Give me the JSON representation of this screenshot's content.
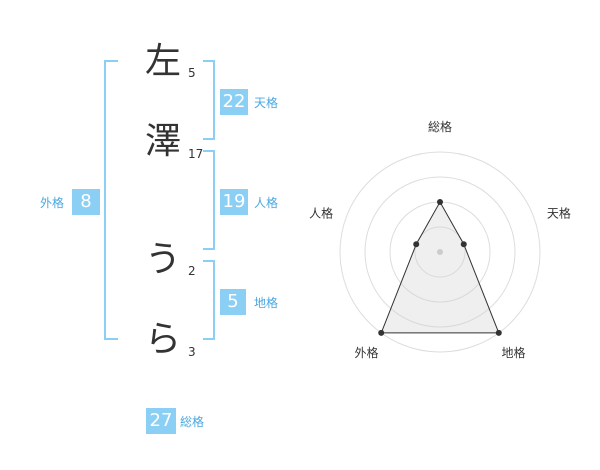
{
  "name_chars": [
    {
      "char": "左",
      "strokes": "5"
    },
    {
      "char": "澤",
      "strokes": "17"
    },
    {
      "char": "う",
      "strokes": "2"
    },
    {
      "char": "ら",
      "strokes": "3"
    }
  ],
  "kaku": {
    "tenkaku": {
      "value": "22",
      "label": "天格"
    },
    "jinkaku": {
      "value": "19",
      "label": "人格"
    },
    "chikaku": {
      "value": "5",
      "label": "地格"
    },
    "gaikaku": {
      "value": "8",
      "label": "外格"
    },
    "soukaku": {
      "value": "27",
      "label": "総格"
    }
  },
  "colors": {
    "accent": "#8ccff5",
    "label": "#4aa8e0"
  },
  "chart_data": {
    "type": "radar",
    "axes": [
      "総格",
      "天格",
      "地格",
      "外格",
      "人格"
    ],
    "rings": 4,
    "values": [
      2,
      1,
      4,
      4,
      1
    ],
    "max": 4
  }
}
